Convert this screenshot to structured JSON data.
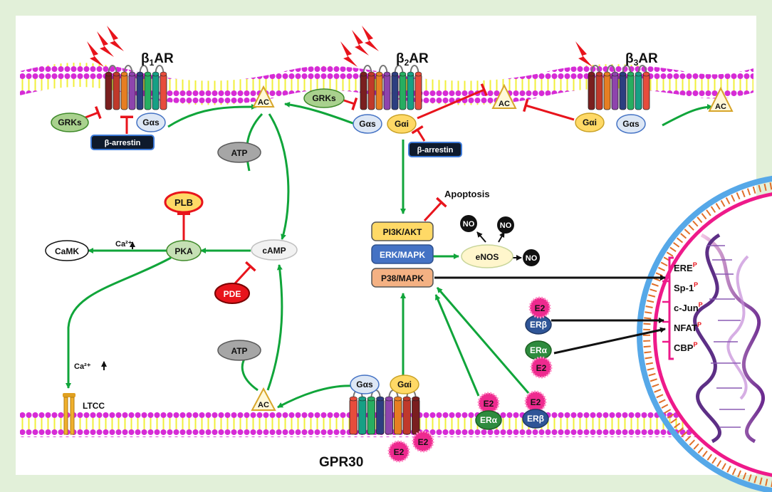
{
  "receptors": {
    "b1ar": {
      "main": "β",
      "sub": "1",
      "tail": "AR"
    },
    "b2ar": {
      "main": "β",
      "sub": "2",
      "tail": "AR"
    },
    "b3ar": {
      "main": "β",
      "sub": "3",
      "tail": "AR"
    },
    "gpr30": "GPR30"
  },
  "nodes": {
    "grks_1": "GRKs",
    "grks_2": "GRKs",
    "barrestin_1": "β-arrestin",
    "barrestin_2": "β-arrestin",
    "gas_1": "Gαs",
    "gas_2": "Gαs",
    "gai_2": "Gαi",
    "gai_3": "Gαi",
    "gas_3": "Gαs",
    "gas_gpr": "Gαs",
    "gai_gpr": "Gαi",
    "ac_1": "AC",
    "ac_2": "AC",
    "ac_3": "AC",
    "ac_gpr": "AC",
    "atp_top": "ATP",
    "atp_bottom": "ATP",
    "camp": "cAMP",
    "pde": "PDE",
    "pka": "PKA",
    "plb": "PLB",
    "camk": "CaMK",
    "ca_1": "Ca²⁺",
    "ca_2": "Ca²⁺",
    "ltcc": "LTCC",
    "pi3k": "PI3K/AKT",
    "erk": "ERK/MAPK",
    "p38": "P38/MAPK",
    "apoptosis": "Apoptosis",
    "enos": "eNOS",
    "no_1": "NO",
    "no_2": "NO",
    "no_3": "NO",
    "e2_er_b_top": "E2",
    "er_b_top": "ERβ",
    "er_a_mid": "ERα",
    "e2_er_a_mid": "E2",
    "e2_er_a_bot": "E2",
    "er_a_bot": "ERα",
    "e2_er_b_bot": "E2",
    "er_b_bot": "ERβ",
    "e2_gpr_1": "E2",
    "e2_gpr_2": "E2"
  },
  "transcription_factors": [
    {
      "name": "ERE",
      "mark": "P"
    },
    {
      "name": "Sp-1",
      "mark": "P"
    },
    {
      "name": "c-Jun",
      "mark": "P"
    },
    {
      "name": "NFAT",
      "mark": "P"
    },
    {
      "name": "CBP",
      "mark": "P"
    }
  ],
  "colors": {
    "frame_bg": "#e2f0d9",
    "activate": "#10a53a",
    "inhibit": "#e8141c",
    "membrane_head": "#d62bd6",
    "membrane_tail": "#f1ef3a",
    "nucleus_outer": "#56a8e8",
    "nucleus_inner": "#ee1a8a",
    "lightning": "#e8141c"
  }
}
